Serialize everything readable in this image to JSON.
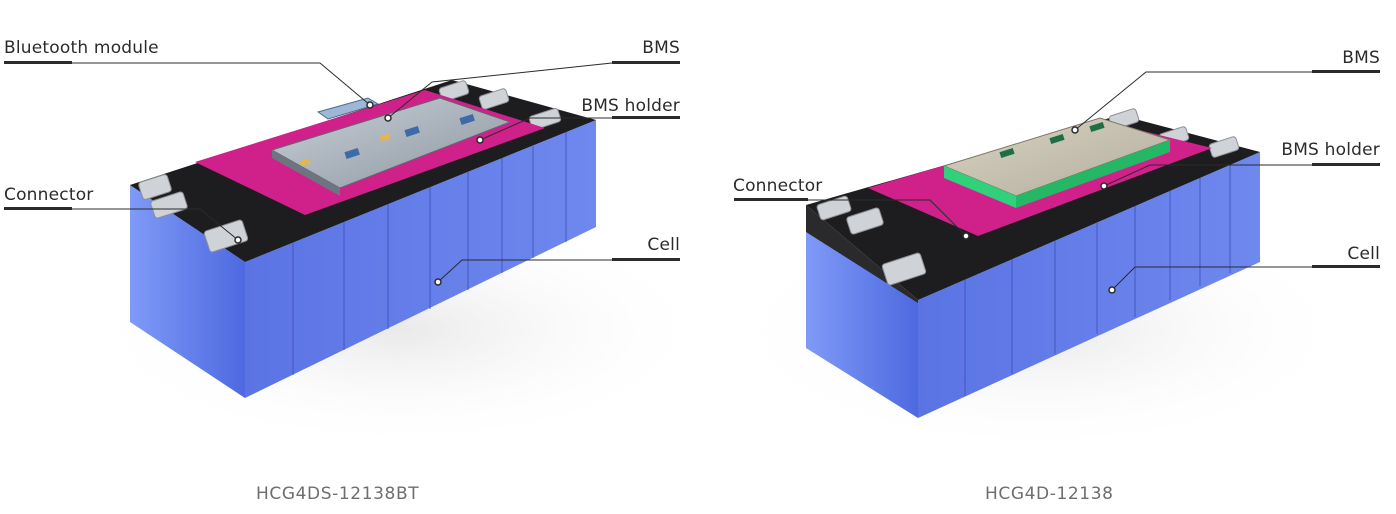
{
  "left_pack": {
    "model": "HCG4DS-12138BT",
    "labels": {
      "bluetooth": "Bluetooth module",
      "bms": "BMS",
      "bms_holder": "BMS holder",
      "connector": "Connector",
      "cell": "Cell"
    }
  },
  "right_pack": {
    "model": "HCG4D-12138",
    "labels": {
      "bms": "BMS",
      "bms_holder": "BMS holder",
      "connector": "Connector",
      "cell": "Cell"
    }
  },
  "colors": {
    "cell_blue": "#5a74e6",
    "holder_magenta": "#d0208a",
    "bms_green": "#2fd27a",
    "leader_line": "#2b2b2b"
  }
}
